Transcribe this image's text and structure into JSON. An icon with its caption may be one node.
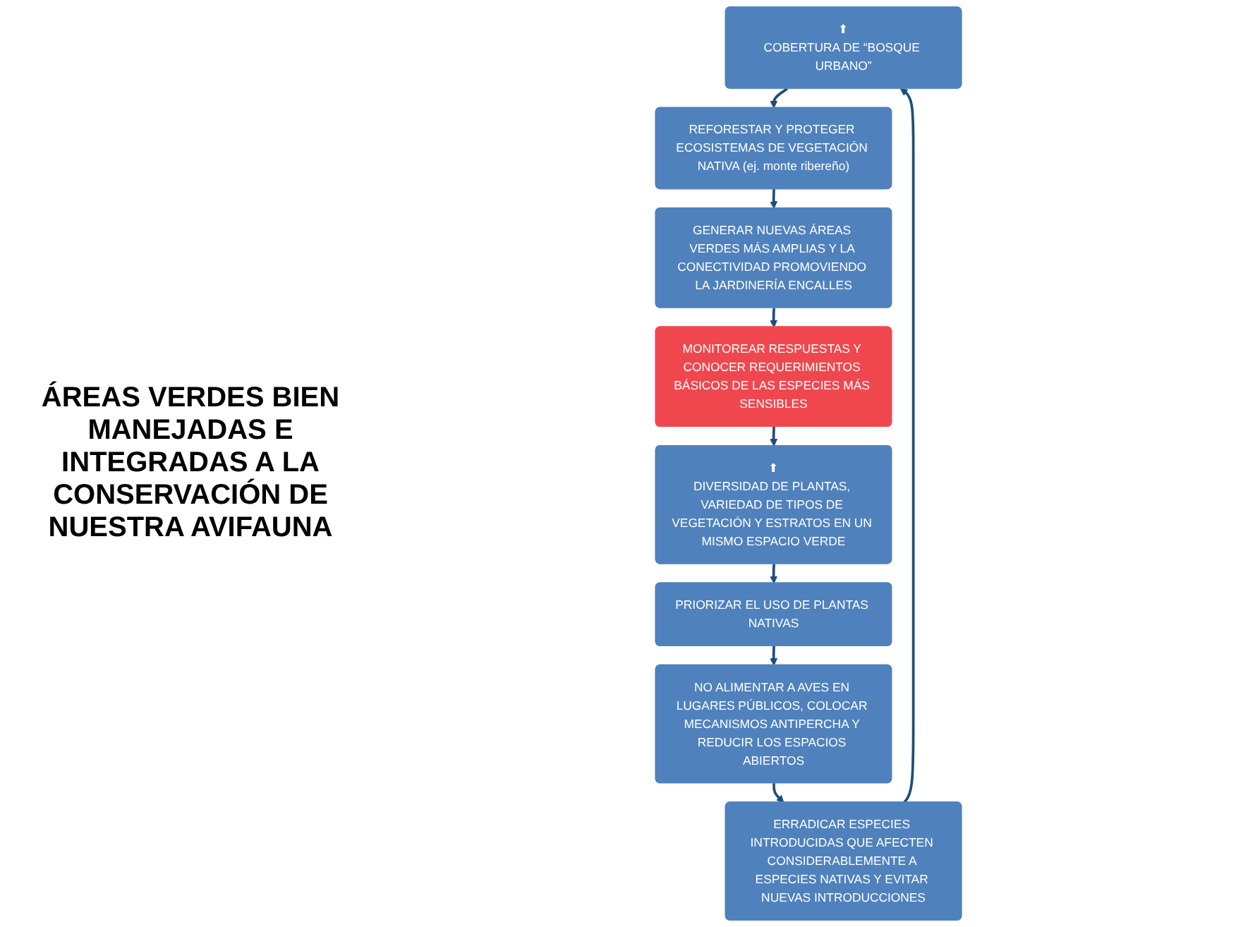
{
  "diagram": {
    "nodes": [
      {
        "text": [
          "⬆",
          "COBERTURA DE “BOSQUE URBANO”"
        ]
      },
      {
        "text": [
          "ERRADICAR ESPECIES INTRODUCIDAS QUE AFECTEN CONSIDERABLEMENTE A ESPECIES NATIVAS Y EVITAR NUEVAS INTRODUCCIONES"
        ]
      },
      {
        "text": [
          "REFORESTAR Y PROTEGER ECOSISTEMAS DE VEGETACIÓN NATIVA (ej. monte ribereño)"
        ]
      },
      {
        "text": [
          "NO ALIMENTAR A AVES EN LUGARES PÚBLICOS, COLOCAR MECANISMOS ANTIPERCHA Y REDUCIR LOS ESPACIOS ABIERTOS"
        ]
      },
      {
        "text": [
          "GENERAR NUEVAS ÁREAS VERDES MÁS AMPLIAS Y LA CONECTIVIDAD PROMOVIENDO LA JARDINERÍA ENCALLES"
        ]
      },
      {
        "text": [
          "PRIORIZAR EL USO DE PLANTAS NATIVAS"
        ]
      },
      {
        "text": [
          "MONITOREAR RESPUESTAS Y CONOCER REQUERIMIENTOS BÁSICOS DE LAS ESPECIES MÁS SENSIBLES"
        ]
      },
      {
        "text": [
          "⬆",
          "DIVERSIDAD DE PLANTAS, VARIEDAD DE TIPOS DE VEGETACIÓN Y ESTRATOS EN UN MISMO ESPACIO VERDE"
        ]
      }
    ],
    "edges": [
      {
        "from": 0,
        "to": 2,
        "arrow": "to"
      },
      {
        "from": 2,
        "to": 4,
        "arrow": "to"
      },
      {
        "from": 4,
        "to": 6,
        "arrow": "to"
      },
      {
        "from": 6,
        "to": 7,
        "arrow": "to"
      },
      {
        "from": 7,
        "to": 5,
        "arrow": "to"
      },
      {
        "from": 5,
        "to": 3,
        "arrow": "to"
      },
      {
        "from": 3,
        "to": 1,
        "arrow": "to"
      },
      {
        "from": 1,
        "to": 0,
        "arrow": "to"
      }
    ],
    "labels": [
      "ÁREAS VERDES BIEN MANEJADAS E INTEGRADAS A LA CONSERVACIÓN DE NUESTRA AVIFAUNA"
    ]
  }
}
